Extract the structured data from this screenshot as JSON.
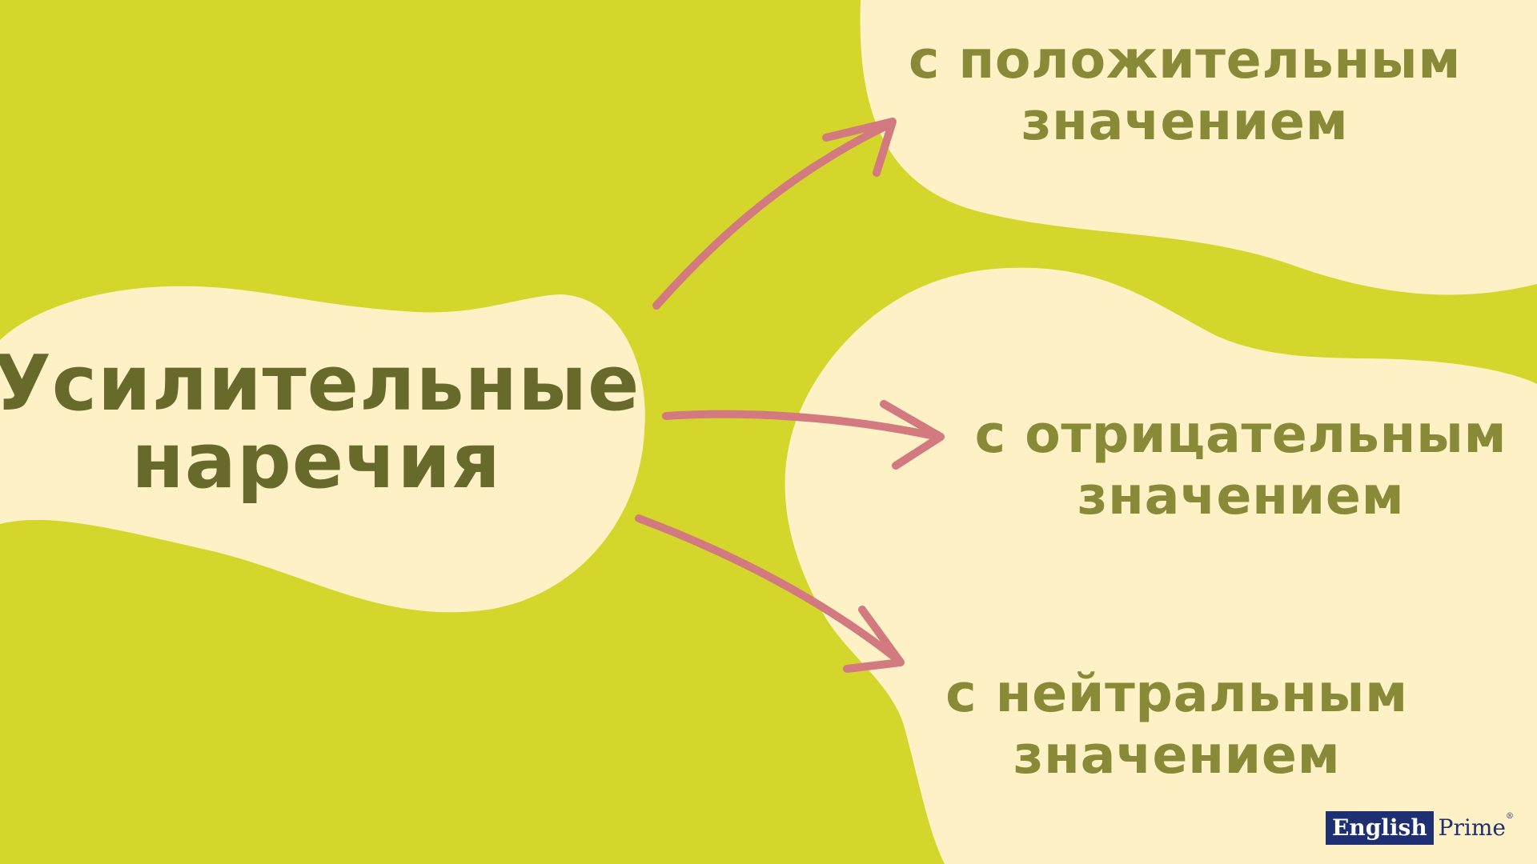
{
  "diagram": {
    "main": {
      "line1": "Усилительные",
      "line2": "наречия"
    },
    "branches": {
      "positive": {
        "line1": "с положительным",
        "line2": "значением"
      },
      "negative": {
        "line1": "с отрицательным",
        "line2": "значением"
      },
      "neutral": {
        "line1": "с нейтральным",
        "line2": "значением"
      }
    }
  },
  "logo": {
    "english": "English",
    "prime": "Prime",
    "registered": "®"
  },
  "colors": {
    "background": "#D5D62C",
    "blob": "#FFF1C6",
    "main_text": "#686A2B",
    "branch_text": "#898A37",
    "arrow": "#D27A80",
    "logo_blue": "#1E2F72"
  }
}
